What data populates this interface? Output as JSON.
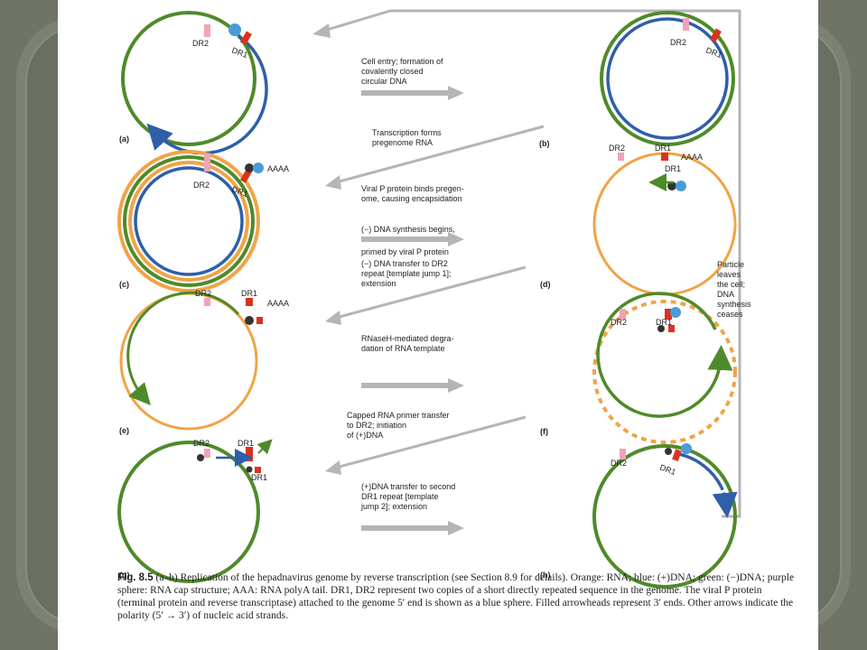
{
  "labels": {
    "dr1": "DR1",
    "dr2": "DR2",
    "aaaa": "AAAA"
  },
  "panels": [
    "(a)",
    "(b)",
    "(c)",
    "(d)",
    "(e)",
    "(f)",
    "(g)",
    "(h)"
  ],
  "steps": [
    [
      "Cell entry; formation of",
      "covalently closed",
      "circular DNA"
    ],
    [
      "Transcription forms",
      "pregenome RNA"
    ],
    [
      "Viral P protein binds pregen-",
      "ome, causing encapsidation"
    ],
    [
      "(−) DNA synthesis begins,",
      "primed by viral P protein"
    ],
    [
      "(−) DNA transfer to DR2",
      "repeat [template jump 1];",
      "extension"
    ],
    [
      "RNaseH-mediated degra-",
      "dation of RNA template"
    ],
    [
      "Capped RNA primer transfer",
      "to DR2; initiation",
      "of (+)DNA"
    ],
    [
      "(+)DNA transfer to second",
      "DR1 repeat [template",
      "jump 2]; extension"
    ]
  ],
  "side_note": [
    "Particle",
    "leaves",
    "the cell;",
    "DNA",
    "synthesis",
    "ceases"
  ],
  "caption": {
    "fig_label": "Fig. 8.5",
    "text": "(a–h) Replication of the hepadnavirus genome by reverse transcription (see Section 8.9 for details). Orange: RNA; blue: (+)DNA; green: (−)DNA; purple sphere: RNA cap structure; AAA: RNA polyA tail. DR1, DR2 represent two copies of a short directly repeated sequence in the genome. The viral P protein (terminal protein and reverse transcriptase) attached to the genome 5′ end is shown as a blue sphere. Filled arrowheads represent 3′ ends. Other arrows indicate the polarity (5′ → 3′) of nucleic acid strands."
  },
  "colors": {
    "rna": "#f0a446",
    "plus_dna": "#2e5fa8",
    "minus_dna": "#4f8a2a",
    "dr1": "#d9331f",
    "dr2": "#f2a3b8",
    "protein": "#4a9bd8",
    "cap": "#333333",
    "arrow": "#b5b5b5"
  }
}
